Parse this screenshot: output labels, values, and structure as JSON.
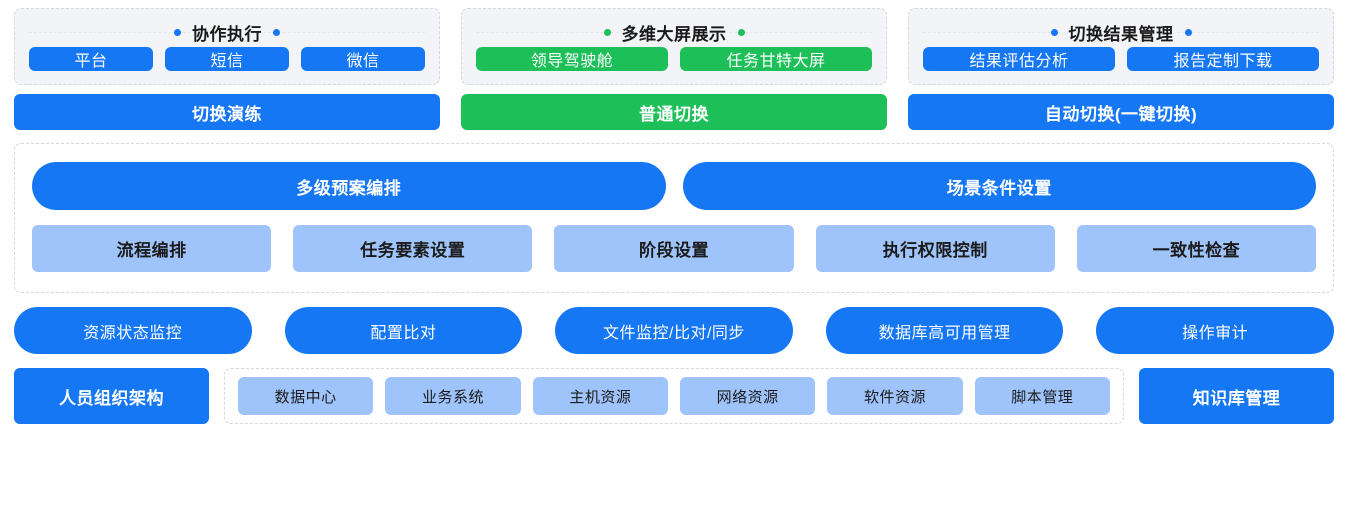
{
  "colors": {
    "blue": "#1677f5",
    "green": "#1dbf58",
    "light_blue": "#9fc3fb",
    "panel_bg": "#f2f4f7",
    "dashed_border": "#d4d8de"
  },
  "top_panels": [
    {
      "title": "协作执行",
      "accent": "blue",
      "chips": [
        {
          "label": "平台",
          "accent": "blue"
        },
        {
          "label": "短信",
          "accent": "blue"
        },
        {
          "label": "微信",
          "accent": "blue"
        }
      ],
      "bar": {
        "label": "切换演练",
        "accent": "blue"
      }
    },
    {
      "title": "多维大屏展示",
      "accent": "green",
      "chips": [
        {
          "label": "领导驾驶舱",
          "accent": "green"
        },
        {
          "label": "任务甘特大屏",
          "accent": "green"
        }
      ],
      "bar": {
        "label": "普通切换",
        "accent": "green"
      }
    },
    {
      "title": "切换结果管理",
      "accent": "blue",
      "chips": [
        {
          "label": "结果评估分析",
          "accent": "blue"
        },
        {
          "label": "报告定制下载",
          "accent": "blue"
        }
      ],
      "bar": {
        "label": "自动切换(一键切换)",
        "accent": "blue"
      }
    }
  ],
  "orchestration": {
    "pills": [
      {
        "label": "多级预案编排"
      },
      {
        "label": "场景条件设置"
      }
    ],
    "boxes": [
      {
        "label": "流程编排"
      },
      {
        "label": "任务要素设置"
      },
      {
        "label": "阶段设置"
      },
      {
        "label": "执行权限控制"
      },
      {
        "label": "一致性检查"
      }
    ]
  },
  "capabilities": [
    {
      "label": "资源状态监控"
    },
    {
      "label": "配置比对"
    },
    {
      "label": "文件监控/比对/同步"
    },
    {
      "label": "数据库高可用管理"
    },
    {
      "label": "操作审计"
    }
  ],
  "foundation": {
    "left": {
      "label": "人员组织架构"
    },
    "resources": [
      {
        "label": "数据中心"
      },
      {
        "label": "业务系统"
      },
      {
        "label": "主机资源"
      },
      {
        "label": "网络资源"
      },
      {
        "label": "软件资源"
      },
      {
        "label": "脚本管理"
      }
    ],
    "right": {
      "label": "知识库管理"
    }
  }
}
